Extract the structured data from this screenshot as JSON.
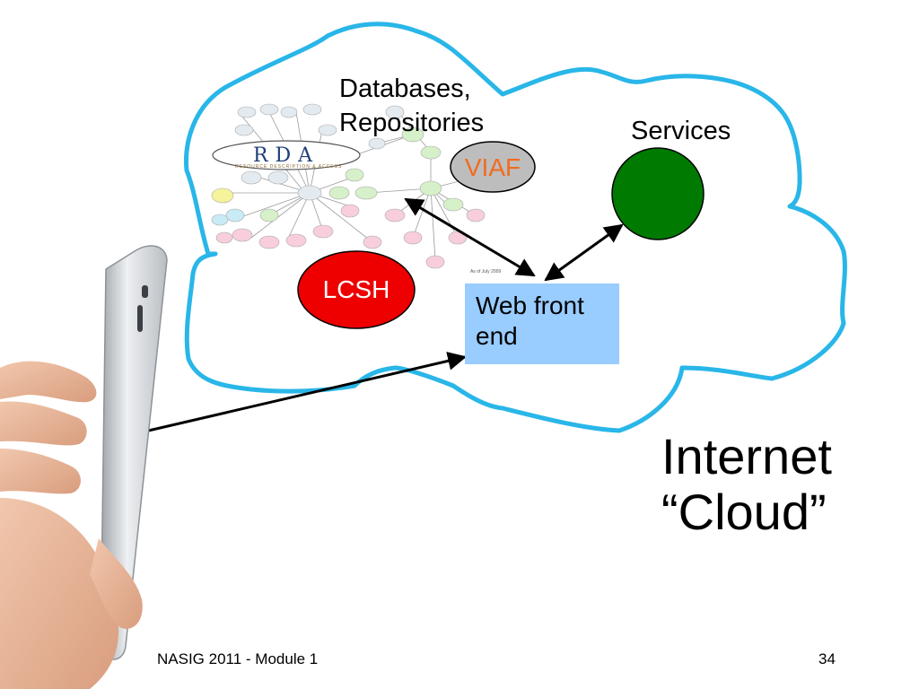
{
  "slide": {
    "databases_label_line1": "Databases,",
    "databases_label_line2": "Repositories",
    "services_label": "Services",
    "viaf_label": "VIAF",
    "lcsh_label": "LCSH",
    "web_front_end_label": "Web front end",
    "cloud_title_line1": "Internet",
    "cloud_title_line2": "“Cloud”",
    "rda_logo_text": "RDA",
    "rda_logo_subtext": "RESOURCE DESCRIPTION & ACCESS",
    "graph_caption": "As of July 2009"
  },
  "footer": {
    "left": "NASIG 2011 - Module 1",
    "right": "34"
  },
  "colors": {
    "cloud_outline": "#29b6e8",
    "viaf_fill": "#bdbdbd",
    "viaf_text": "#f26b1d",
    "lcsh_fill": "#ee0000",
    "services_fill": "#007a00",
    "web_front_fill": "#99ccff",
    "rda_logo_text": "#1f3e7a"
  }
}
